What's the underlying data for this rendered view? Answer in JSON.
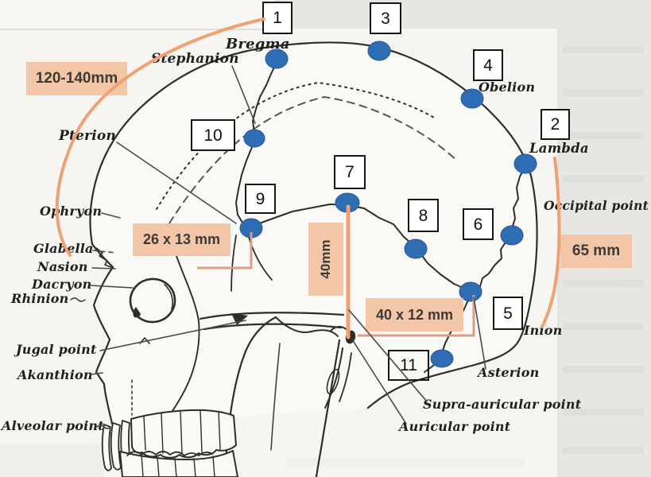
{
  "markers": {
    "m1": "1",
    "m2": "2",
    "m3": "3",
    "m4": "4",
    "m5": "5",
    "m6": "6",
    "m7": "7",
    "m8": "8",
    "m9": "9",
    "m10": "10",
    "m11": "11"
  },
  "anatomical_labels": {
    "bregma": "Bregma",
    "stephanion": "Stephanion",
    "pterion": "Pterion",
    "ophryon": "Ophryon",
    "glabella": "Glabella",
    "nasion": "Nasion",
    "dacryon": "Dacryon",
    "rhinion": "Rhinion",
    "jugal_point": "Jugal point",
    "akanthion": "Akanthion",
    "alveolar_point": "Alveolar point",
    "obelion": "Obelion",
    "lambda": "Lambda",
    "occipital_point": "Occipital point",
    "inion": "Inion",
    "asterion": "Asterion",
    "supra_auricular_point": "Supra-auricular point",
    "auricular_point": "Auricular point"
  },
  "measurements": {
    "frontal_arc": "120-140mm",
    "pterion_region": "26 x 13 mm",
    "vertical_40": "40mm",
    "temporal_region": "40 x 12 mm",
    "occipital_arc": "65 mm"
  },
  "colors": {
    "point_dot_blue": "#2e6db4",
    "measurement_box_bg": "#f3c6a8",
    "measurement_arc_orange": "#f0a173",
    "bracket_salmon": "#d89e87",
    "line_art": "#2e2d2b",
    "marker_box_bg": "#ffffff",
    "marker_box_border": "#161616"
  }
}
